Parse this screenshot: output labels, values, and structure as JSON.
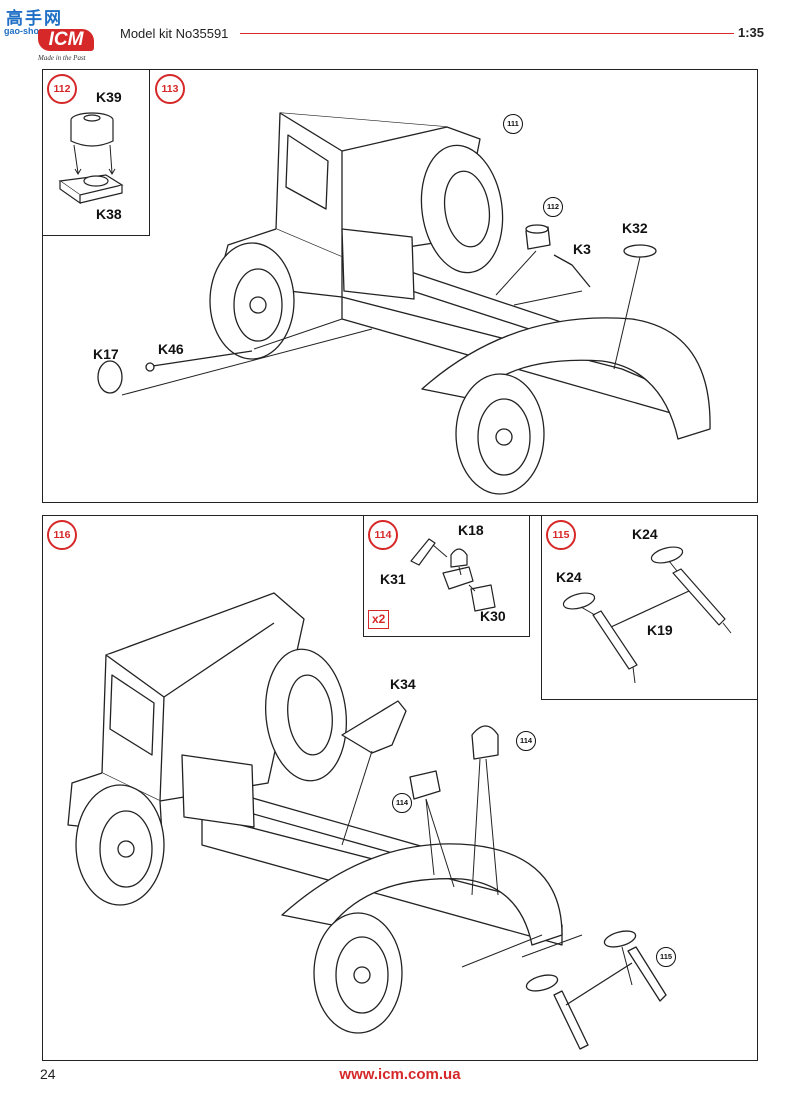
{
  "header": {
    "logo_cn": "高手网",
    "logo_url": "gao-shou.com",
    "brand": "ICM",
    "tagline": "Made in the Past",
    "title": "Model kit No35591",
    "scale": "1:35",
    "accent_color": "#d62828"
  },
  "steps": {
    "s112": {
      "number": "112",
      "parts": {
        "k39": "K39",
        "k38": "K38"
      }
    },
    "s113": {
      "number": "113",
      "refs": {
        "r111": "111",
        "r112": "112"
      },
      "parts": {
        "k32": "K32",
        "k3": "K3",
        "k17": "K17",
        "k46": "K46"
      }
    },
    "s114": {
      "number": "114",
      "quantity": "x2",
      "parts": {
        "k18": "K18",
        "k31": "K31",
        "k30": "K30"
      }
    },
    "s115": {
      "number": "115",
      "parts": {
        "k24a": "K24",
        "k24b": "K24",
        "k19": "K19"
      }
    },
    "s116": {
      "number": "116",
      "refs": {
        "r114a": "114",
        "r114b": "114",
        "r115": "115"
      },
      "parts": {
        "k34": "K34"
      }
    }
  },
  "footer": {
    "page_number": "24",
    "website": "www.icm.com.ua"
  }
}
